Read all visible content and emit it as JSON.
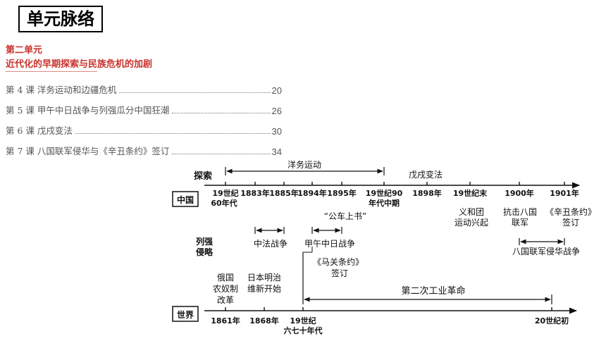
{
  "header": {
    "title": "单元脉络"
  },
  "unit": {
    "number": "第二单元",
    "name": "近代化的早期探索与民族危机的加剧"
  },
  "toc": [
    {
      "label": "第 4 课  洋务运动和边疆危机",
      "page": "20"
    },
    {
      "label": "第 5 课  甲午中日战争与列强瓜分中国狂潮",
      "page": "26"
    },
    {
      "label": "第 6 课  戊戌变法",
      "page": "30"
    },
    {
      "label": "第 7 课  八国联军侵华与《辛丑条约》签订",
      "page": "34"
    }
  ],
  "timeline": {
    "row_labels": {
      "explore": "探索",
      "china": "中国",
      "powers_l1": "列强",
      "powers_l2": "侵略",
      "world": "世界"
    },
    "china_dates": [
      "19世纪",
      "60年代",
      "1883年",
      "1885年",
      "1894年",
      "1895年",
      "19世纪90",
      "年代中期",
      "1898年",
      "19世纪末",
      "1900年",
      "1901年"
    ],
    "explore_events": {
      "yangwu": "洋务运动",
      "wuxu": "戊戌变法"
    },
    "china_events": {
      "gongche": "“公车上书”",
      "yihetuan_l1": "义和团",
      "yihetuan_l2": "运动兴起",
      "baguo_l1": "抗击八国",
      "baguo_l2": "联军",
      "xinchou_l1": "《辛丑条约》",
      "xinchou_l2": "签订"
    },
    "powers_events": {
      "sinofrench": "中法战争",
      "jiawu": "甲午中日战争",
      "maguan_l1": "《马关条约》",
      "maguan_l2": "签订",
      "baguo_war": "八国联军侵华战争"
    },
    "world_events": {
      "russia_l1": "俄国",
      "russia_l2": "农奴制",
      "russia_l3": "改革",
      "meiji_l1": "日本明治",
      "meiji_l2": "维新开始",
      "industrial2": "第二次工业革命"
    },
    "world_dates": [
      "1861年",
      "1868年",
      "19世纪",
      "六七十年代",
      "20世纪初"
    ]
  }
}
